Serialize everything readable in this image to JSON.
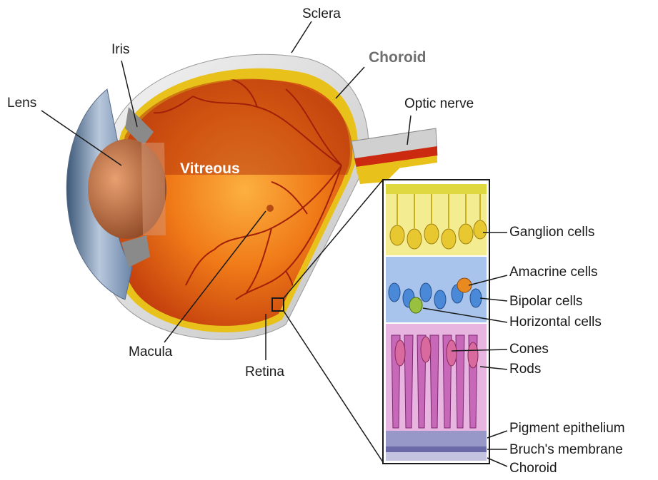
{
  "labels": {
    "sclera": "Sclera",
    "iris": "Iris",
    "choroid_top": "Choroid",
    "lens": "Lens",
    "optic_nerve": "Optic nerve",
    "vitreous": "Vitreous",
    "macula": "Macula",
    "retina": "Retina",
    "ganglion_cells": "Ganglion cells",
    "amacrine_cells": "Amacrine cells",
    "bipolar_cells": "Bipolar cells",
    "horizontal_cells": "Horizontal cells",
    "cones": "Cones",
    "rods": "Rods",
    "pigment_epithelium": "Pigment epithelium",
    "bruchs_membrane": "Bruch's membrane",
    "choroid_bottom": "Choroid"
  },
  "colors": {
    "sclera": "#e6e6e6",
    "choroid_layer": "#e8c21a",
    "eye_interior": "#d84a0c",
    "eye_interior_light": "#f5a030",
    "blood_vessel": "#9a1a08",
    "lens": "#b86a3c",
    "iris": "#7c96b8",
    "ganglion_layer": "#f0e040",
    "bipolar_layer": "#4a8ad8",
    "photoreceptor_layer": "#c868b8",
    "pigment_layer": "#9898c8"
  }
}
